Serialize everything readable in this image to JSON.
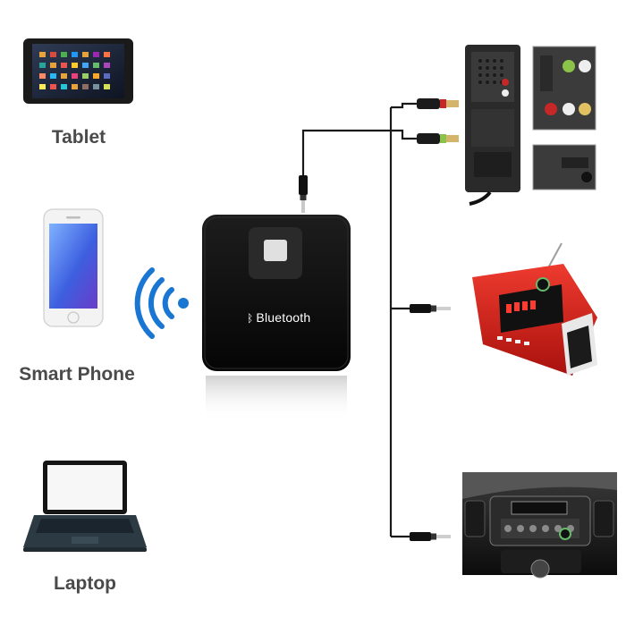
{
  "sources": [
    {
      "id": "tablet",
      "label": "Tablet"
    },
    {
      "id": "phone",
      "label": "Smart Phone"
    },
    {
      "id": "laptop",
      "label": "Laptop"
    }
  ],
  "receiver": {
    "brand_label": "Bluetooth",
    "bt_symbol": "ᛒ"
  },
  "sinks": [
    {
      "id": "speaker-system",
      "connection": "rca-to-3.5mm"
    },
    {
      "id": "portable-radio-speaker",
      "connection": "3.5mm-aux"
    },
    {
      "id": "car-stereo",
      "connection": "3.5mm-aux"
    }
  ],
  "icons": {
    "wireless": "wifi-signal-icon"
  },
  "colors": {
    "wireless": "#1976d2",
    "device_body": "#111111",
    "radio_red": "#d7201b",
    "label": "#4a4a4a"
  }
}
